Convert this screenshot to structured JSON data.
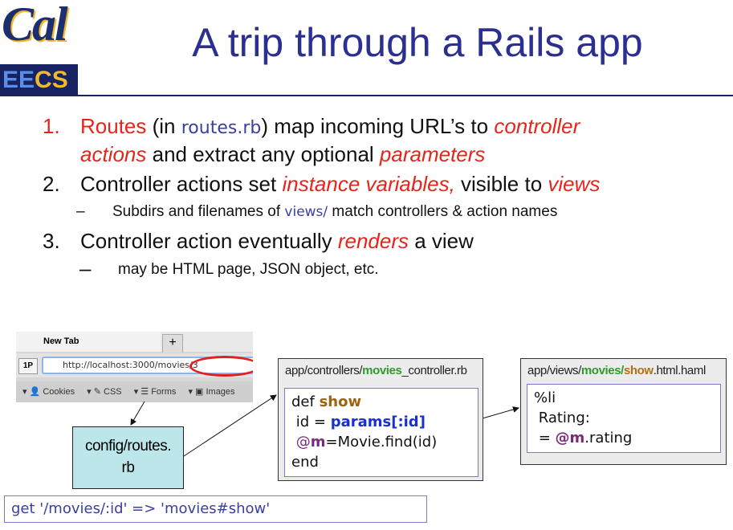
{
  "logo": {
    "cal": "Cal",
    "ee": "EE",
    "cs": "CS"
  },
  "title": "A trip through a Rails app",
  "list": [
    {
      "num": "1.",
      "word": "Routes",
      "p1": " (in ",
      "file": "routes.rb",
      "p2": ") map incoming URL’s to ",
      "t1": "controller",
      "t2": "actions",
      "p3": " and extract any optional ",
      "t3": "parameters"
    },
    {
      "num": "2.",
      "p1": "Controller actions set ",
      "t1": "instance variables,",
      "p2": " visible to ",
      "t2": "views",
      "sub": {
        "dash": "–",
        "p1": "Subdirs and filenames of ",
        "file": "views/",
        "p2": " match controllers & action names"
      }
    },
    {
      "num": "3.",
      "p1": "Controller action eventually ",
      "t1": "renders",
      "p2": " a view",
      "sub": {
        "dash": "–",
        "text": "may be HTML page, JSON object, etc."
      }
    }
  ],
  "browser": {
    "tab": "New Tab",
    "new_tab": "+",
    "onep": "1P",
    "url_host": "http://localhost:3000",
    "url_path": "/movies/3",
    "toolbar": [
      "Cookies",
      "CSS",
      "Forms",
      "Images"
    ]
  },
  "routes_box": {
    "line1": "config/routes.",
    "line2": "rb"
  },
  "route_code": "get '/movies/:id' => 'movies#show'",
  "controller": {
    "path_a": "app/controllers/",
    "path_b": "movies",
    "path_c": "_controller.rb",
    "l1a": "def ",
    "l1b": "show",
    "l2a": " id = ",
    "l2b": "params[:id]",
    "l3a": " @",
    "l3b": "m",
    "l3c": "=Movie.find(id)",
    "l4": "end"
  },
  "view": {
    "path_a": "app/views/",
    "path_b": "movies/",
    "path_c": "show",
    "path_d": ".html.haml",
    "l1": "%li",
    "l2": " Rating:",
    "l3a": " = ",
    "l3b": "@m",
    "l3c": ".rating"
  }
}
